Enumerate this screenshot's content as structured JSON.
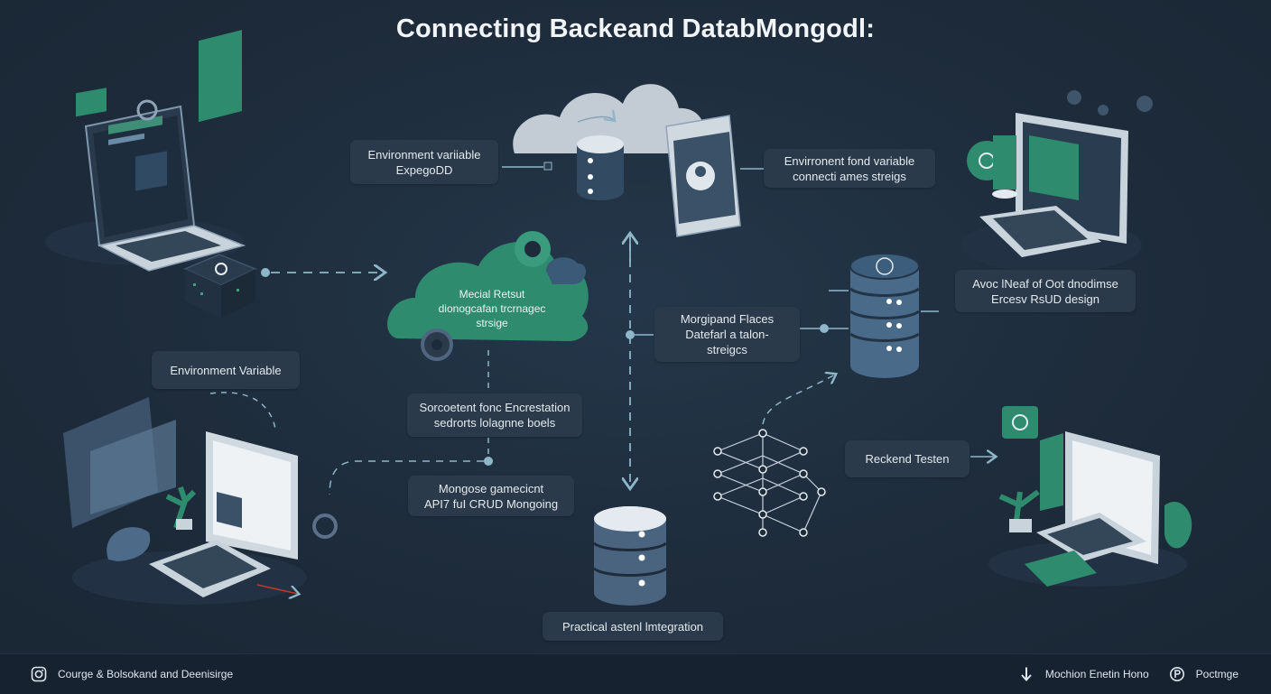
{
  "title": "Connecting Backeand DatabMongodl:",
  "labels": {
    "env_expegodd": [
      "Environment variiable",
      "ExpegoDD"
    ],
    "env_fond": [
      "Envirronent fond variable",
      "connecti ames streigs"
    ],
    "cloud": [
      "Mecial Retsut",
      "dionogcafan trcrnagec",
      "strsige"
    ],
    "env_variable": [
      "Environment Variable"
    ],
    "sorcoetant": [
      "Sorcoetent fonc Encrestation",
      "sedrorts lolagnne boels"
    ],
    "mongose": [
      "Mongose gamecicnt",
      "API7 fuI CRUD Mongoing"
    ],
    "practical": [
      "Practical astenl lmtegration"
    ],
    "morgipand": [
      "Morgipand Flaces",
      "Datefarl a talon-",
      "streigcs"
    ],
    "avoc": [
      "Avoc lNeaf of Oot dnodimse",
      "Ercesv RsUD design"
    ],
    "reckend": [
      "Reckend Testen"
    ]
  },
  "footer": {
    "left_icon": "instagram-icon",
    "left_text": "Courge & Bolsokand and Deenisirge",
    "right_icon_1": "down-arrow-icon",
    "right_text_1": "Mochion Enetin Hono",
    "right_icon_2": "circle-p-icon",
    "right_text_2": "Poctmge"
  },
  "colors": {
    "background": "#1d2b3a",
    "box": "#2b3a4a",
    "accent_green": "#2e8b6e",
    "db_blue": "#4a6480",
    "connector": "#8fb6c9"
  }
}
